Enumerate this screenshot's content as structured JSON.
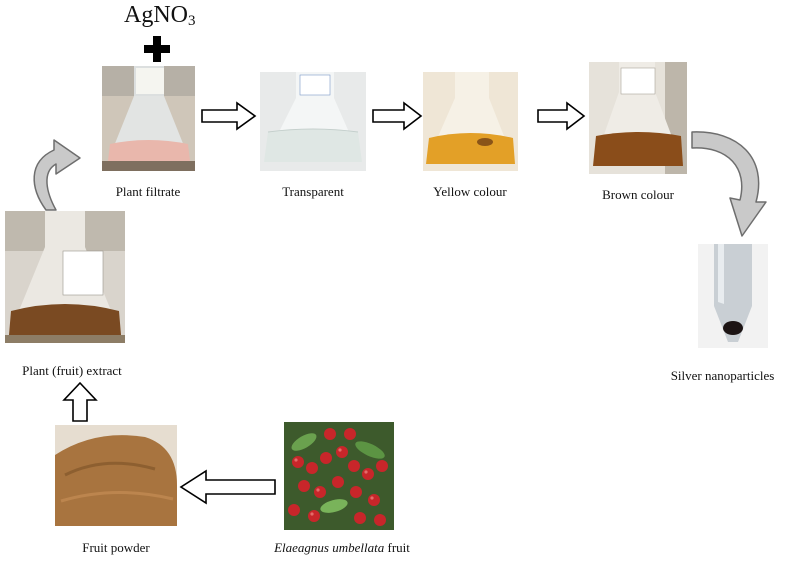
{
  "reagent": {
    "base": "AgNO",
    "subscript": "3",
    "operator_icon": "plus-icon"
  },
  "steps": {
    "plant_filtrate": "Plant filtrate",
    "transparent": "Transparent",
    "yellow_colour": "Yellow colour",
    "brown_colour": "Brown colour",
    "silver_nanoparticles": "Silver nanoparticles",
    "plant_extract": "Plant (fruit) extract",
    "fruit_powder": "Fruit powder",
    "fruit_species": "Elaeagnus umbellata",
    "fruit_suffix": " fruit"
  },
  "colors": {
    "filtrate": "#e9b7ac",
    "transparent": "#dfe7e4",
    "yellow": "#e3a027",
    "brown": "#8a4d1a",
    "extract": "#7a4a22",
    "powder": "#a8743f",
    "berry": "#c8262a",
    "leaf": "#4f8a3a"
  }
}
